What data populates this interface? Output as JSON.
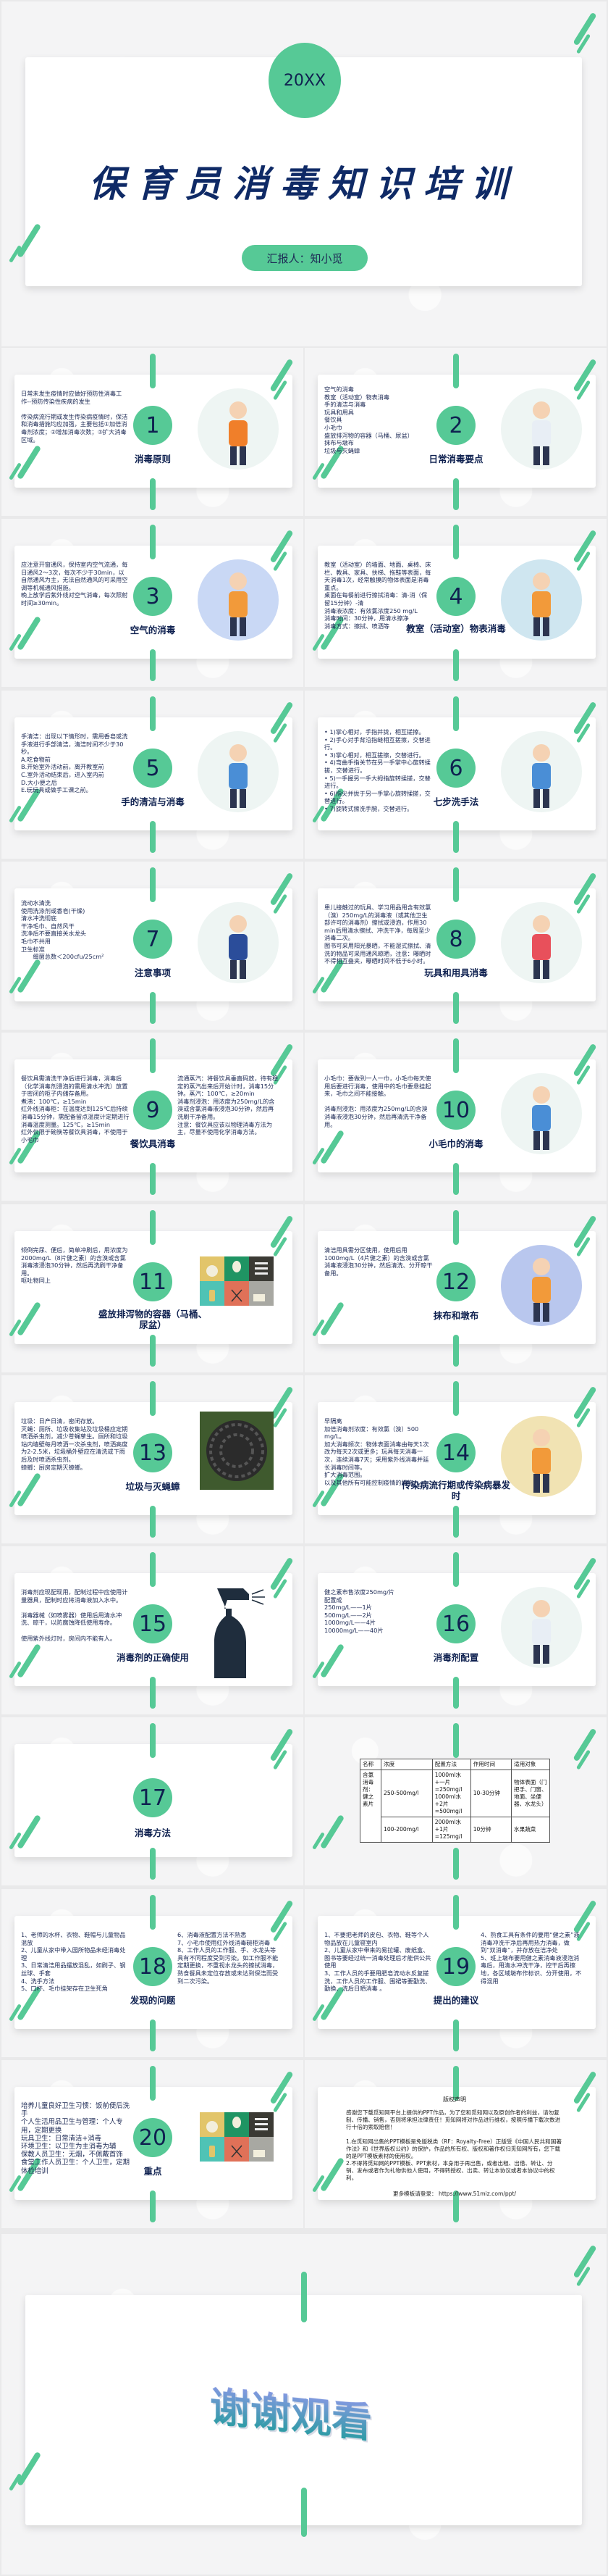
{
  "accent_color": "#56c996",
  "text_color": "#0f2150",
  "cover": {
    "year": "20XX",
    "title": "保育员消毒知识培训",
    "presenter": "汇报人：知小觅"
  },
  "slides": [
    {
      "num": "1",
      "heading": "消毒原则",
      "art": "boy-thinking-illustration",
      "body": [
        "日常未发生疫情时应做好预防性消毒工作--预防传染性疾病的发生",
        "",
        "传染病流行期或发生传染病疫情时，保洁和消毒措施均应加强，主要包括①加倍消毒剂浓度；②增加消毒次数；③扩大消毒区域。"
      ]
    },
    {
      "num": "2",
      "heading": "日常消毒要点",
      "art": "disinfection-worker-illustration",
      "body": [
        "空气的消毒",
        "教室（活动室）物表消毒",
        "手的清洁与消毒",
        "玩具和用具",
        "餐饮具",
        "小毛巾",
        "盛放排泻物的容器（马桶、尿盆）",
        "抹布与墩布",
        "垃圾与灭蝇蟑"
      ]
    },
    {
      "num": "3",
      "heading": "空气的消毒",
      "art": "window-ventilation-illustration",
      "body": [
        "应注意开窗通风，保持室内空气流通，每日通风2～3次，每次不少于30min，以自然通风为主，无法自然通风的可采用空调等机械通风措施。",
        "晚上放学后紫外线对空气消毒，每次照射时间≥30min。"
      ]
    },
    {
      "num": "4",
      "heading": "教室（活动室）物表消毒",
      "art": "virus-boy-illustration",
      "body": [
        "教室（活动室）的墙面、地面、桌椅、床栏、教具、家具、扶梯、拖鞋等表面，每天消毒1次，经常触摸的物体表面是消毒重点。",
        "桌面在每餐前进行擦拭消毒：清-消（保留15分钟）-清",
        "消毒液浓度：有效氯浓度250 mg/L",
        "消毒时间：30分钟，用清水擦净",
        "消毒方式：擦拭、喷洒等"
      ]
    },
    {
      "num": "5",
      "heading": "手的清洁与消毒",
      "art": "kids-washing-hands-illustration",
      "body": [
        "手清洁：出现以下情形时，需用香皂或洗手液进行手部清洁，清洁时间不少于30秒。",
        "A.吃食物前",
        "B.开始室外活动前，离开教室前",
        "C.室外活动结束后，进入室内前",
        "D.大小便之后",
        "E.玩玩具或做手工课之前。"
      ]
    },
    {
      "num": "6",
      "heading": "七步洗手法",
      "art": "kids-washing-hands-illustration",
      "bullets": true,
      "body": [
        "1)掌心相对，手指并拢，相互搓擦。",
        "2)手心对手背沿指缝相互搓擦，交替进行。",
        "3)掌心相对，相互搓擦，交替进行。",
        "4)弯曲手指关节在另一手掌中心旋转揉搓，交替进行。",
        "5)一手握另一手大拇指旋转揉搓，交替进行。",
        "6)指尖并拢于另一手掌心旋转揉搓，交替进行。",
        "7)旋转式擦洗手腕，交替进行。"
      ]
    },
    {
      "num": "7",
      "heading": "注意事项",
      "art": "doctor-clipboard-illustration",
      "body": [
        "流动水清洗",
        "使用洗涤剂或香皂(干燥)",
        "清水冲洗彻底",
        "干净毛巾、自然风干",
        "洗净后不要直接关水龙头",
        "毛巾不共用",
        "卫生标准",
        "　　细菌总数＜200cfu/25cm²"
      ]
    },
    {
      "num": "8",
      "heading": "玩具和用具消毒",
      "art": "kids-playing-blocks-illustration",
      "body": [
        "患儿接触过的玩具、学习用品用含有效氯（溴）250mg/L的消毒液（或其他卫生部许可的消毒剂）擦拭或浸泡，作用30 min后用清水擦拭、冲洗干净，每周至少消毒二次。",
        "图书可采用阳光暴晒，不能湿式擦拭、清洗的物品可采用通风晾晒，注意：曝晒时不得相互叠夹，曝晒时间不低于6小时。"
      ]
    },
    {
      "num": "9",
      "heading": "餐饮具消毒",
      "body": [
        "餐饮具需清洗干净后进行消毒，消毒后（化学消毒剂浸泡的需用清水冲洗）放置于密闭的柜子内储存备用。",
        "煮沸：100℃，≥15min",
        "红外线消毒柜：在温度达到125℃后持续消毒15分钟，需配备留点温度计定期进行消毒温度测量。125℃，≥15min",
        "红外仅限于碗筷等餐饮具消毒，不使用于小毛巾"
      ],
      "body2": [
        "流通蒸汽：将餐饮具垂直码放，待有稳定的蒸汽出来后开始计时，消毒15分钟。蒸汽：100℃，≥20min",
        "消毒剂浸泡：用浓度为250mg/L的含溴或含氯消毒液浸泡30分钟，然后再洗刷干净备用。",
        "注意：餐饮具应该以物理消毒方法为主，尽量不使用化学消毒方法。"
      ]
    },
    {
      "num": "10",
      "heading": "小毛巾的消毒",
      "art": "kids-washing-hands-illustration",
      "body": [
        "小毛巾：要做到一人一巾，小毛巾每天使用后要进行消毒，使用中的毛巾要悬挂起来，毛巾之间不能接触。",
        "",
        "消毒剂浸泡：用浓度为250mg/L的含溴消毒液浸泡30分钟，然后再清洗干净备用。"
      ]
    },
    {
      "num": "11",
      "heading": "盛放排泻物的容器（马桶、尿盆）",
      "art": "bathroom-icons-grid",
      "body": [
        "倾倒完尿、便后，简单冲刷后，用浓度为2000mg/L（8片健之素）的含溴或含氯消毒液浸泡30分钟，然后再洗刷干净备用。",
        "呕吐物同上"
      ]
    },
    {
      "num": "12",
      "heading": "抹布和墩布",
      "art": "cleaning-staff-illustration",
      "body": [
        "清洁用具需分区使用，使用后用1000mg/L（4片健之素）的含溴或含氯消毒液浸泡30分钟，然后清洗、分开晾干备用。"
      ]
    },
    {
      "num": "13",
      "heading": "垃圾与灭蝇蟑",
      "art": "drain-cover-photo",
      "body": [
        "垃圾：日产日清，密闭存放。",
        "灭蝇：厕所、垃圾收集站及垃圾桶应定期喷洒杀虫剂，减少苍蝇孳生。厕所和垃圾站内墙壁每月喷洒一次杀虫剂，喷洒高度为2-2.5米，垃圾桶外壁应在清洗或下雨后及时喷洒杀虫剂。",
        "蟑螂：厨房定期灭蟑螂。"
      ]
    },
    {
      "num": "14",
      "heading": "传染病流行期或传染病暴发时",
      "art": "sick-in-bed-illustration",
      "body": [
        "早隔离",
        "加倍消毒剂浓度：有效氯（溴）500 mg/L。",
        "加大消毒频次：物体表面消毒由每天1次改为每天2次或更多；玩具每天消毒一次，连续消毒7天；采用紫外线消毒并延长消毒时间等。",
        "扩大消毒范围。",
        "以及其他所有可能控制疫情的措施。"
      ]
    },
    {
      "num": "15",
      "heading": "消毒剂的正确使用",
      "art": "spray-bottle-icon",
      "body": [
        "消毒剂应现配现用，配制过程中应使用计量器具，配制时应将消毒液加入水中。",
        "",
        "消毒器械（如喷雾器）使用后用清水冲洗、晾干，以防腐蚀降低使用寿命。",
        "",
        "使用紫外线灯时，房间内不能有人。"
      ]
    },
    {
      "num": "16",
      "heading": "消毒剂配置",
      "art": "disinfection-worker-illustration",
      "body": [
        "健之素市售浓度250mg/片",
        "配置成",
        "250mg/L——1片",
        "500mg/L——2片",
        "1000mg/L——4片",
        "10000mg/L——40片"
      ]
    },
    {
      "num": "17",
      "heading": "消毒方法",
      "body": []
    },
    {
      "table": true
    },
    {
      "num": "18",
      "heading": "发现的问题",
      "body": [
        "1、老师的水杯、衣物、鞋帽与儿童物品混放",
        "2、儿童从家中带入园所物品未经消毒处理",
        "3、日常清洁用品摆放混乱，如刷子、钢丝球、手套",
        "4、洗手方法",
        "5、口杯、毛巾挂架存在卫生死角"
      ],
      "body2": [
        "6、消毒液配置方法不熟悉",
        "7、小毛巾使用红外线消毒碗柜消毒",
        "8、工作人员的工作服、手、水龙头等具有不同程度受到污染。如工作服不能定期更换，不重视水龙头的擦拭消毒，熟食餐具未定位存放或未达到保洁而受到二次污染。"
      ]
    },
    {
      "num": "19",
      "heading": "提出的建议",
      "body": [
        "1、不要把老师的皮包、衣物、鞋等个人物品放在儿童寝室内",
        "2、儿童从家中带来的易拉罐、废纸盒、图书等要经过统一消毒处理后才能供公共使用",
        "3、工作人员的手要用肥皂流动水反复搓洗，工作人员的工作服、围裙等要勤洗、勤换、洗后日晒消毒 。"
      ],
      "body2": [
        "4、熟食工具有条件的要用“健之素”液消毒冲洗干净后再用热力消毒，做到“双消毒”，并存放在洁净处",
        "5、班上墩布要用健之素消毒液浸泡消毒后，用清水冲洗干净，控干后再擦地，各区域墩布作标识、分开使用，不得混用"
      ]
    },
    {
      "num": "20",
      "heading": "重点",
      "art": "bathroom-icons-grid",
      "large": true,
      "body": [
        "培养儿童良好卫生习惯：饭前便后洗手",
        "个人生活用品卫生与管理：个人专用，定期更换",
        "玩具卫生：日常清洁+消毒",
        "环境卫生：以卫生为主消毒为辅",
        "保教人员卫生：无烟，不佩戴首饰",
        "食堂工作人员卫生：个人卫生，定期体检培训"
      ]
    },
    {
      "copyright": true
    }
  ],
  "table": {
    "headers": [
      "名称",
      "浓度",
      "配置方法",
      "作用时间",
      "适用对象"
    ],
    "name": "含氯消毒剂：健之素片",
    "rows": [
      {
        "conc": "250-500mg/l",
        "method": "1000ml水+一片=250mg/l 1000ml水+2片=500mg/l",
        "time": "10-30分钟",
        "target": "物体表面（门把手、门窗、地面、坐便器、水龙头）"
      },
      {
        "conc": "100-200mg/l",
        "method": "2000ml水+1片=125mg/l",
        "time": "10分钟",
        "target": "水果蔬菜"
      }
    ]
  },
  "copyright": {
    "title": "版权声明",
    "paragraphs": [
      "感谢您下载觅知网平台上提供的PPT作品，为了您和觅知网以及原创作者的利益，请勿复制、传播、销售，否则将承担法律责任！觅知网将对作品进行维权，按照传播下载次数进行十倍的索取赔偿！",
      "1.在觅知网出售的PPT模板是免版税类（RF：Royalty-Free）正版受《中国人民共和国著作法》和《世界版权公约》的保护，作品的所有权、版权和著作权归觅知网所有，您下载的是PPT模板素材的使用权。",
      "2.不得将觅知网的PPT模板、PPT素材，本身用于再出售，或者出租、出借、转让、分销、发布或者作为礼物供他人使用，不得转授权、出卖、转让本协议或者本协议中的权利。"
    ],
    "more": "更多模板请登录：  https://www.51miz.com/ppt/"
  },
  "thanks": "谢谢观看"
}
